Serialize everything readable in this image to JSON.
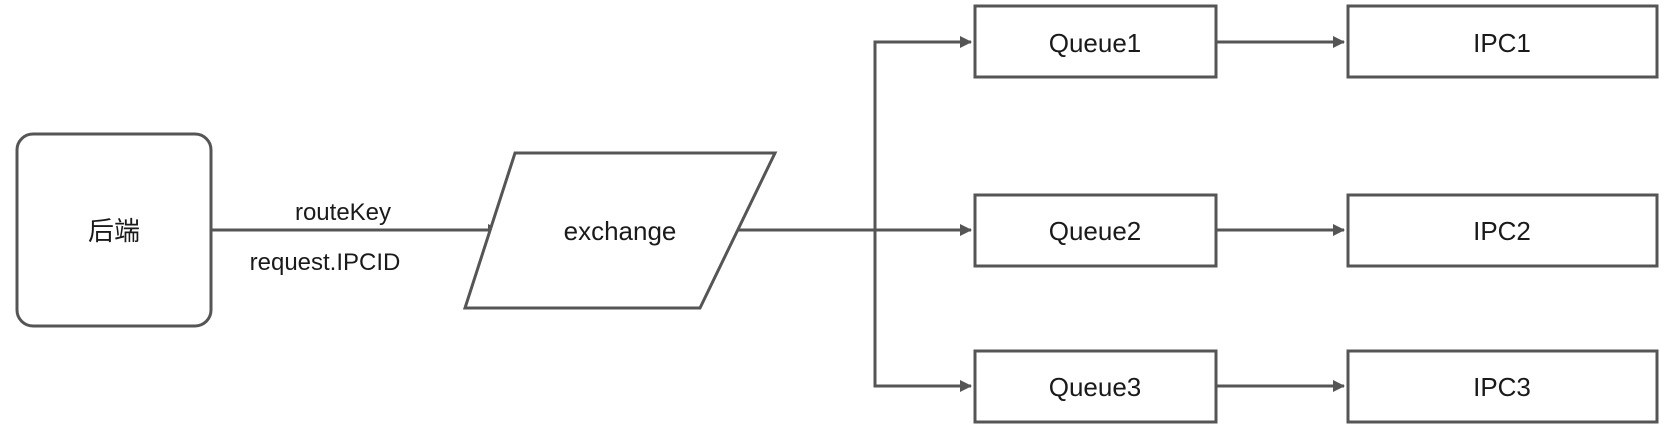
{
  "nodes": {
    "backend": "后端",
    "exchange": "exchange",
    "queue1": "Queue1",
    "queue2": "Queue2",
    "queue3": "Queue3",
    "ipc1": "IPC1",
    "ipc2": "IPC2",
    "ipc3": "IPC3"
  },
  "edges": {
    "backend_to_exchange": {
      "label_top": "routeKey",
      "label_bottom": "request.IPCID"
    }
  },
  "colors": {
    "stroke": "#555555",
    "text": "#1a1a1a",
    "background": "#ffffff"
  }
}
